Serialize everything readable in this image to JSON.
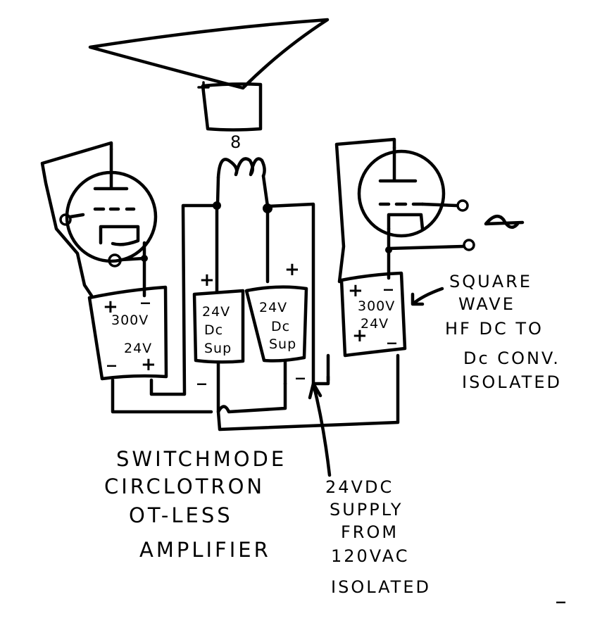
{
  "speaker": {
    "impedance_label": "8"
  },
  "left_converter": {
    "label_top": "300V",
    "label_bottom": "24V",
    "plus_top": "+",
    "minus_top": "_",
    "minus_bottom": "_",
    "plus_bottom": "+"
  },
  "left_supply": {
    "line1": "24V",
    "line2": "Dc",
    "line3": "Sup",
    "plus": "+",
    "minus": "_"
  },
  "right_supply": {
    "line1": "24V",
    "line2": "Dc",
    "line3": "Sup",
    "plus": "+",
    "minus": "_"
  },
  "right_converter": {
    "label_top": "300V",
    "label_bottom": "24V",
    "plus_top": "+",
    "minus_top": "_",
    "plus_bottom": "+",
    "minus_bottom": "_"
  },
  "annotation_converter": {
    "lines": [
      "SQUARE",
      "WAVE",
      "HF DC TO",
      "Dc CONV.",
      "ISOLATED"
    ]
  },
  "title": {
    "lines": [
      "SWITCHMODE",
      "CIRCLOTRON",
      "OT-LESS",
      "AMPLIFIER"
    ]
  },
  "annotation_supply": {
    "lines": [
      "24VDC",
      "SUPPLY",
      "FROM",
      "120VAC",
      "ISOLATED"
    ]
  },
  "stray_mark": "_"
}
